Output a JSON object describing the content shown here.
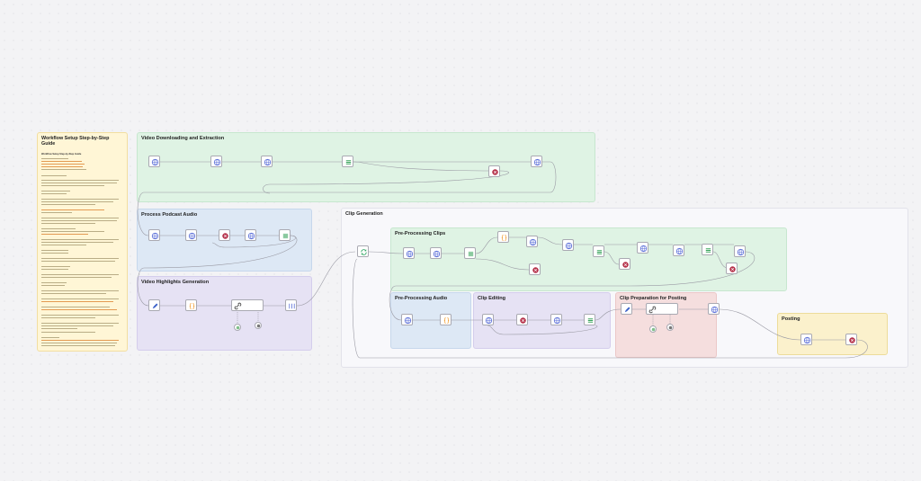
{
  "guide": {
    "title": "Workflow Setup Step-by-Step Guide",
    "subtitle": "Workflow Setup Step-by-Step Guide"
  },
  "sections": {
    "video_downloading": "Video Downloading and Extraction",
    "process_podcast_audio": "Process Podcast Audio",
    "video_highlights": "Video Highlights Generation",
    "clip_generation": "Clip Generation",
    "pre_processing_clips": "Pre-Processing Clips",
    "pre_processing_audio": "Pre-Processing Audio",
    "clip_editing": "Clip Editing",
    "clip_preparation": "Clip Preparation for Posting",
    "posting": "Posting"
  },
  "colors": {
    "green_sticky": "#dff3e4",
    "blue_sticky": "#dde8f5",
    "purple_sticky": "#e6e2f4",
    "red_sticky": "#f5dede",
    "yellow_sticky": "#fbf1cc",
    "clip_group": "#f8f8fb",
    "http_icon": "#5b6fd8",
    "wait_icon": "#b5314a",
    "if_icon": "#3aa55d",
    "code_icon": "#f09a2c",
    "edit_icon": "#3a60c8",
    "loop_icon": "#27a35d"
  }
}
